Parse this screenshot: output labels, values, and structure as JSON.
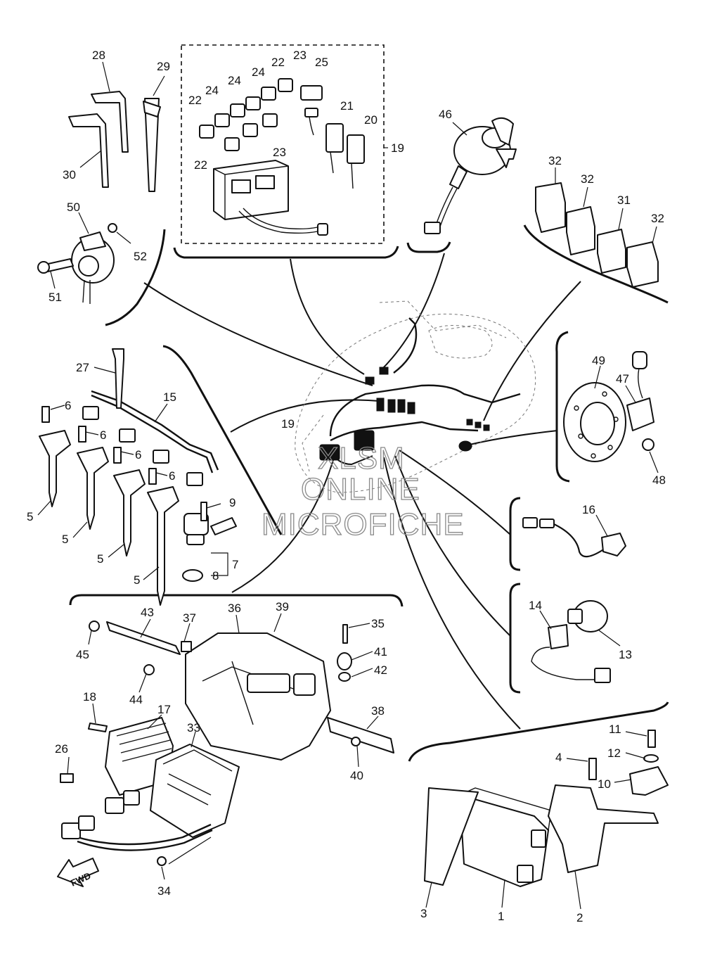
{
  "callouts": {
    "c1": "1",
    "c2": "2",
    "c3": "3",
    "c4": "4",
    "c5a": "5",
    "c5b": "5",
    "c5c": "5",
    "c5d": "5",
    "c6a": "6",
    "c6b": "6",
    "c6c": "6",
    "c6d": "6",
    "c7": "7",
    "c8": "8",
    "c9": "9",
    "c10": "10",
    "c11": "11",
    "c12": "12",
    "c13": "13",
    "c14": "14",
    "c15": "15",
    "c16": "16",
    "c17": "17",
    "c18": "18",
    "c19a": "19",
    "c19b": "19",
    "c20": "20",
    "c21": "21",
    "c22a": "22",
    "c22b": "22",
    "c22c": "22",
    "c23a": "23",
    "c23b": "23",
    "c24a": "24",
    "c24b": "24",
    "c24c": "24",
    "c25": "25",
    "c26": "26",
    "c27": "27",
    "c28": "28",
    "c29": "29",
    "c30": "30",
    "c31": "31",
    "c32a": "32",
    "c32b": "32",
    "c32c": "32",
    "c33": "33",
    "c34": "34",
    "c35": "35",
    "c36": "36",
    "c37": "37",
    "c38": "38",
    "c39": "39",
    "c40": "40",
    "c41": "41",
    "c42": "42",
    "c43": "43",
    "c44": "44",
    "c45": "45",
    "c46": "46",
    "c47": "47",
    "c48": "48",
    "c49": "49",
    "c50": "50",
    "c51": "51",
    "c52": "52"
  },
  "watermark": {
    "line1": "XLSM",
    "line2": "ONLINE",
    "line3": "MICROFICHE"
  },
  "fwd_label": "FWD"
}
